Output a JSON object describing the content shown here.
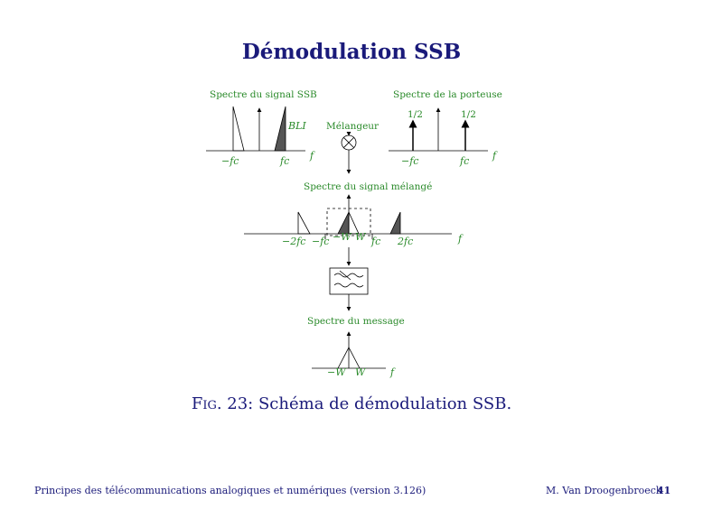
{
  "slide": {
    "title": "Démodulation SSB",
    "caption_prefix": "Fig. 23:",
    "caption_text": " Schéma de démodulation SSB.",
    "footer_left": "Principes des télécommunications analogiques et numériques (version 3.126)",
    "footer_author": "M. Van Droogenbroeck",
    "page_number": "41"
  },
  "diagram": {
    "ssb_spectrum": {
      "title": "Spectre du signal SSB",
      "band_label": "BLI",
      "tick_neg": "−fc",
      "tick_pos": "fc",
      "axis": "f"
    },
    "carrier_spectrum": {
      "title": "Spectre de la porteuse",
      "amp_left": "1/2",
      "amp_right": "1/2",
      "tick_neg": "−fc",
      "tick_pos": "fc",
      "axis": "f"
    },
    "mixer": {
      "label": "Mélangeur"
    },
    "mixed_spectrum": {
      "title": "Spectre du signal mélangé",
      "tick_m2fc": "−2fc",
      "tick_mfc": "−fc",
      "tick_mw": "−W",
      "tick_w": "W",
      "tick_fc": "fc",
      "tick_2fc": "2fc",
      "axis": "f"
    },
    "message_spectrum": {
      "title": "Spectre du message",
      "tick_mw": "−W",
      "tick_w": "W",
      "axis": "f"
    },
    "colors": {
      "title": "#1a1a7a",
      "label": "#2a8a2a",
      "fill": "#555555",
      "line": "#000000"
    }
  }
}
